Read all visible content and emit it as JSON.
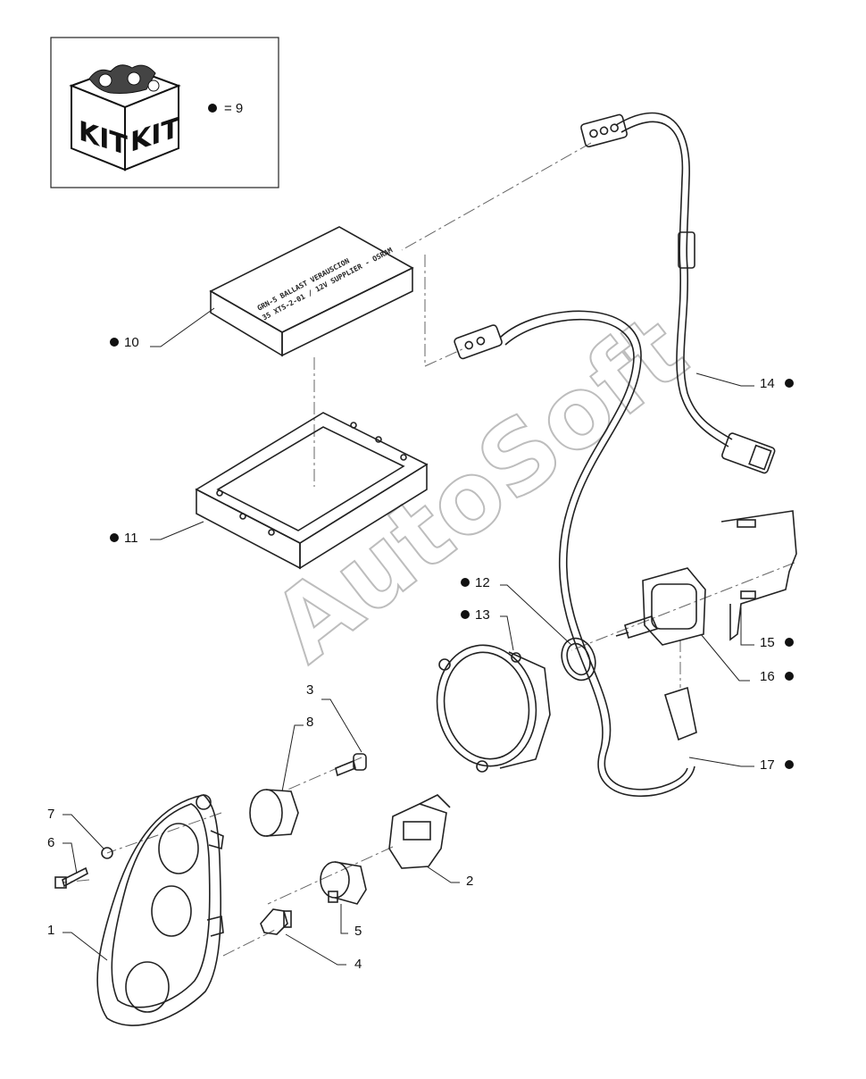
{
  "kit_legend": {
    "box_words": [
      "KIT",
      "KIT"
    ],
    "equation": "= 9"
  },
  "ballast_label_lines": [
    "GRN-5 BALLAST VERAUSCION",
    "35 XTS-2-01 / 12V SUPPLIER - OSRAM"
  ],
  "watermark": "AutoSoft",
  "callouts": [
    {
      "id": "c10",
      "label": "10",
      "dot": true
    },
    {
      "id": "c11",
      "label": "11",
      "dot": true
    },
    {
      "id": "c12",
      "label": "12",
      "dot": true
    },
    {
      "id": "c13",
      "label": "13",
      "dot": true
    },
    {
      "id": "c14",
      "label": "14",
      "dot": true
    },
    {
      "id": "c15",
      "label": "15",
      "dot": true
    },
    {
      "id": "c16",
      "label": "16",
      "dot": true
    },
    {
      "id": "c17",
      "label": "17",
      "dot": true
    },
    {
      "id": "c1",
      "label": "1",
      "dot": false
    },
    {
      "id": "c2",
      "label": "2",
      "dot": false
    },
    {
      "id": "c3",
      "label": "3",
      "dot": false
    },
    {
      "id": "c4",
      "label": "4",
      "dot": false
    },
    {
      "id": "c5",
      "label": "5",
      "dot": false
    },
    {
      "id": "c6",
      "label": "6",
      "dot": false
    },
    {
      "id": "c7",
      "label": "7",
      "dot": false
    },
    {
      "id": "c8",
      "label": "8",
      "dot": false
    }
  ]
}
